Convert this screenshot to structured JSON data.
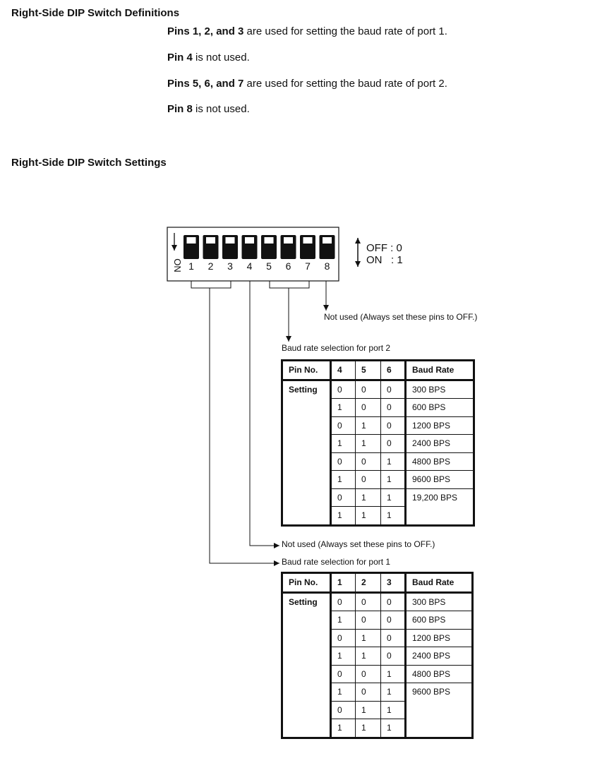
{
  "definitions": {
    "heading": "Right-Side DIP Switch Definitions",
    "items": [
      {
        "bold": "Pins 1, 2, and 3",
        "rest": " are used for setting the baud rate of port 1."
      },
      {
        "bold": "Pin 4",
        "rest": " is not used."
      },
      {
        "bold": "Pins 5, 6, and 7",
        "rest": " are used for setting the baud rate of port 2."
      },
      {
        "bold": "Pin 8",
        "rest": " is not used."
      }
    ]
  },
  "settings": {
    "heading": "Right-Side DIP Switch Settings",
    "switch": {
      "on_label": "ON",
      "pins": [
        "1",
        "2",
        "3",
        "4",
        "5",
        "6",
        "7",
        "8"
      ],
      "off_legend": "OFF : 0",
      "on_legend": "ON   : 1"
    },
    "annotations": {
      "pin8_not_used": "Not used (Always set these pins to OFF.)",
      "port2_caption": "Baud rate selection for port 2",
      "pin4_not_used": "Not used (Always set these pins to OFF.)",
      "port1_caption": "Baud rate selection for port 1"
    },
    "table_port2": {
      "pin_no_label": "Pin No.",
      "pins": [
        "4",
        "5",
        "6"
      ],
      "baud_header": "Baud Rate",
      "setting_label": "Setting",
      "rows": [
        {
          "bits": [
            "0",
            "0",
            "0"
          ],
          "rate": "300 BPS"
        },
        {
          "bits": [
            "1",
            "0",
            "0"
          ],
          "rate": "600 BPS"
        },
        {
          "bits": [
            "0",
            "1",
            "0"
          ],
          "rate": "1200 BPS"
        },
        {
          "bits": [
            "1",
            "1",
            "0"
          ],
          "rate": "2400 BPS"
        },
        {
          "bits": [
            "0",
            "0",
            "1"
          ],
          "rate": "4800 BPS"
        },
        {
          "bits": [
            "1",
            "0",
            "1"
          ],
          "rate": "9600 BPS"
        },
        {
          "bits": [
            "0",
            "1",
            "1"
          ],
          "rate": "19,200 BPS"
        },
        {
          "bits": [
            "1",
            "1",
            "1"
          ],
          "rate": ""
        }
      ]
    },
    "table_port1": {
      "pin_no_label": "Pin No.",
      "pins": [
        "1",
        "2",
        "3"
      ],
      "baud_header": "Baud Rate",
      "setting_label": "Setting",
      "rows": [
        {
          "bits": [
            "0",
            "0",
            "0"
          ],
          "rate": "300 BPS"
        },
        {
          "bits": [
            "1",
            "0",
            "0"
          ],
          "rate": "600 BPS"
        },
        {
          "bits": [
            "0",
            "1",
            "0"
          ],
          "rate": "1200 BPS"
        },
        {
          "bits": [
            "1",
            "1",
            "0"
          ],
          "rate": "2400 BPS"
        },
        {
          "bits": [
            "0",
            "0",
            "1"
          ],
          "rate": "4800 BPS"
        },
        {
          "bits": [
            "1",
            "0",
            "1"
          ],
          "rate": "9600 BPS"
        },
        {
          "bits": [
            "0",
            "1",
            "1"
          ],
          "rate": ""
        },
        {
          "bits": [
            "1",
            "1",
            "1"
          ],
          "rate": ""
        }
      ]
    }
  }
}
